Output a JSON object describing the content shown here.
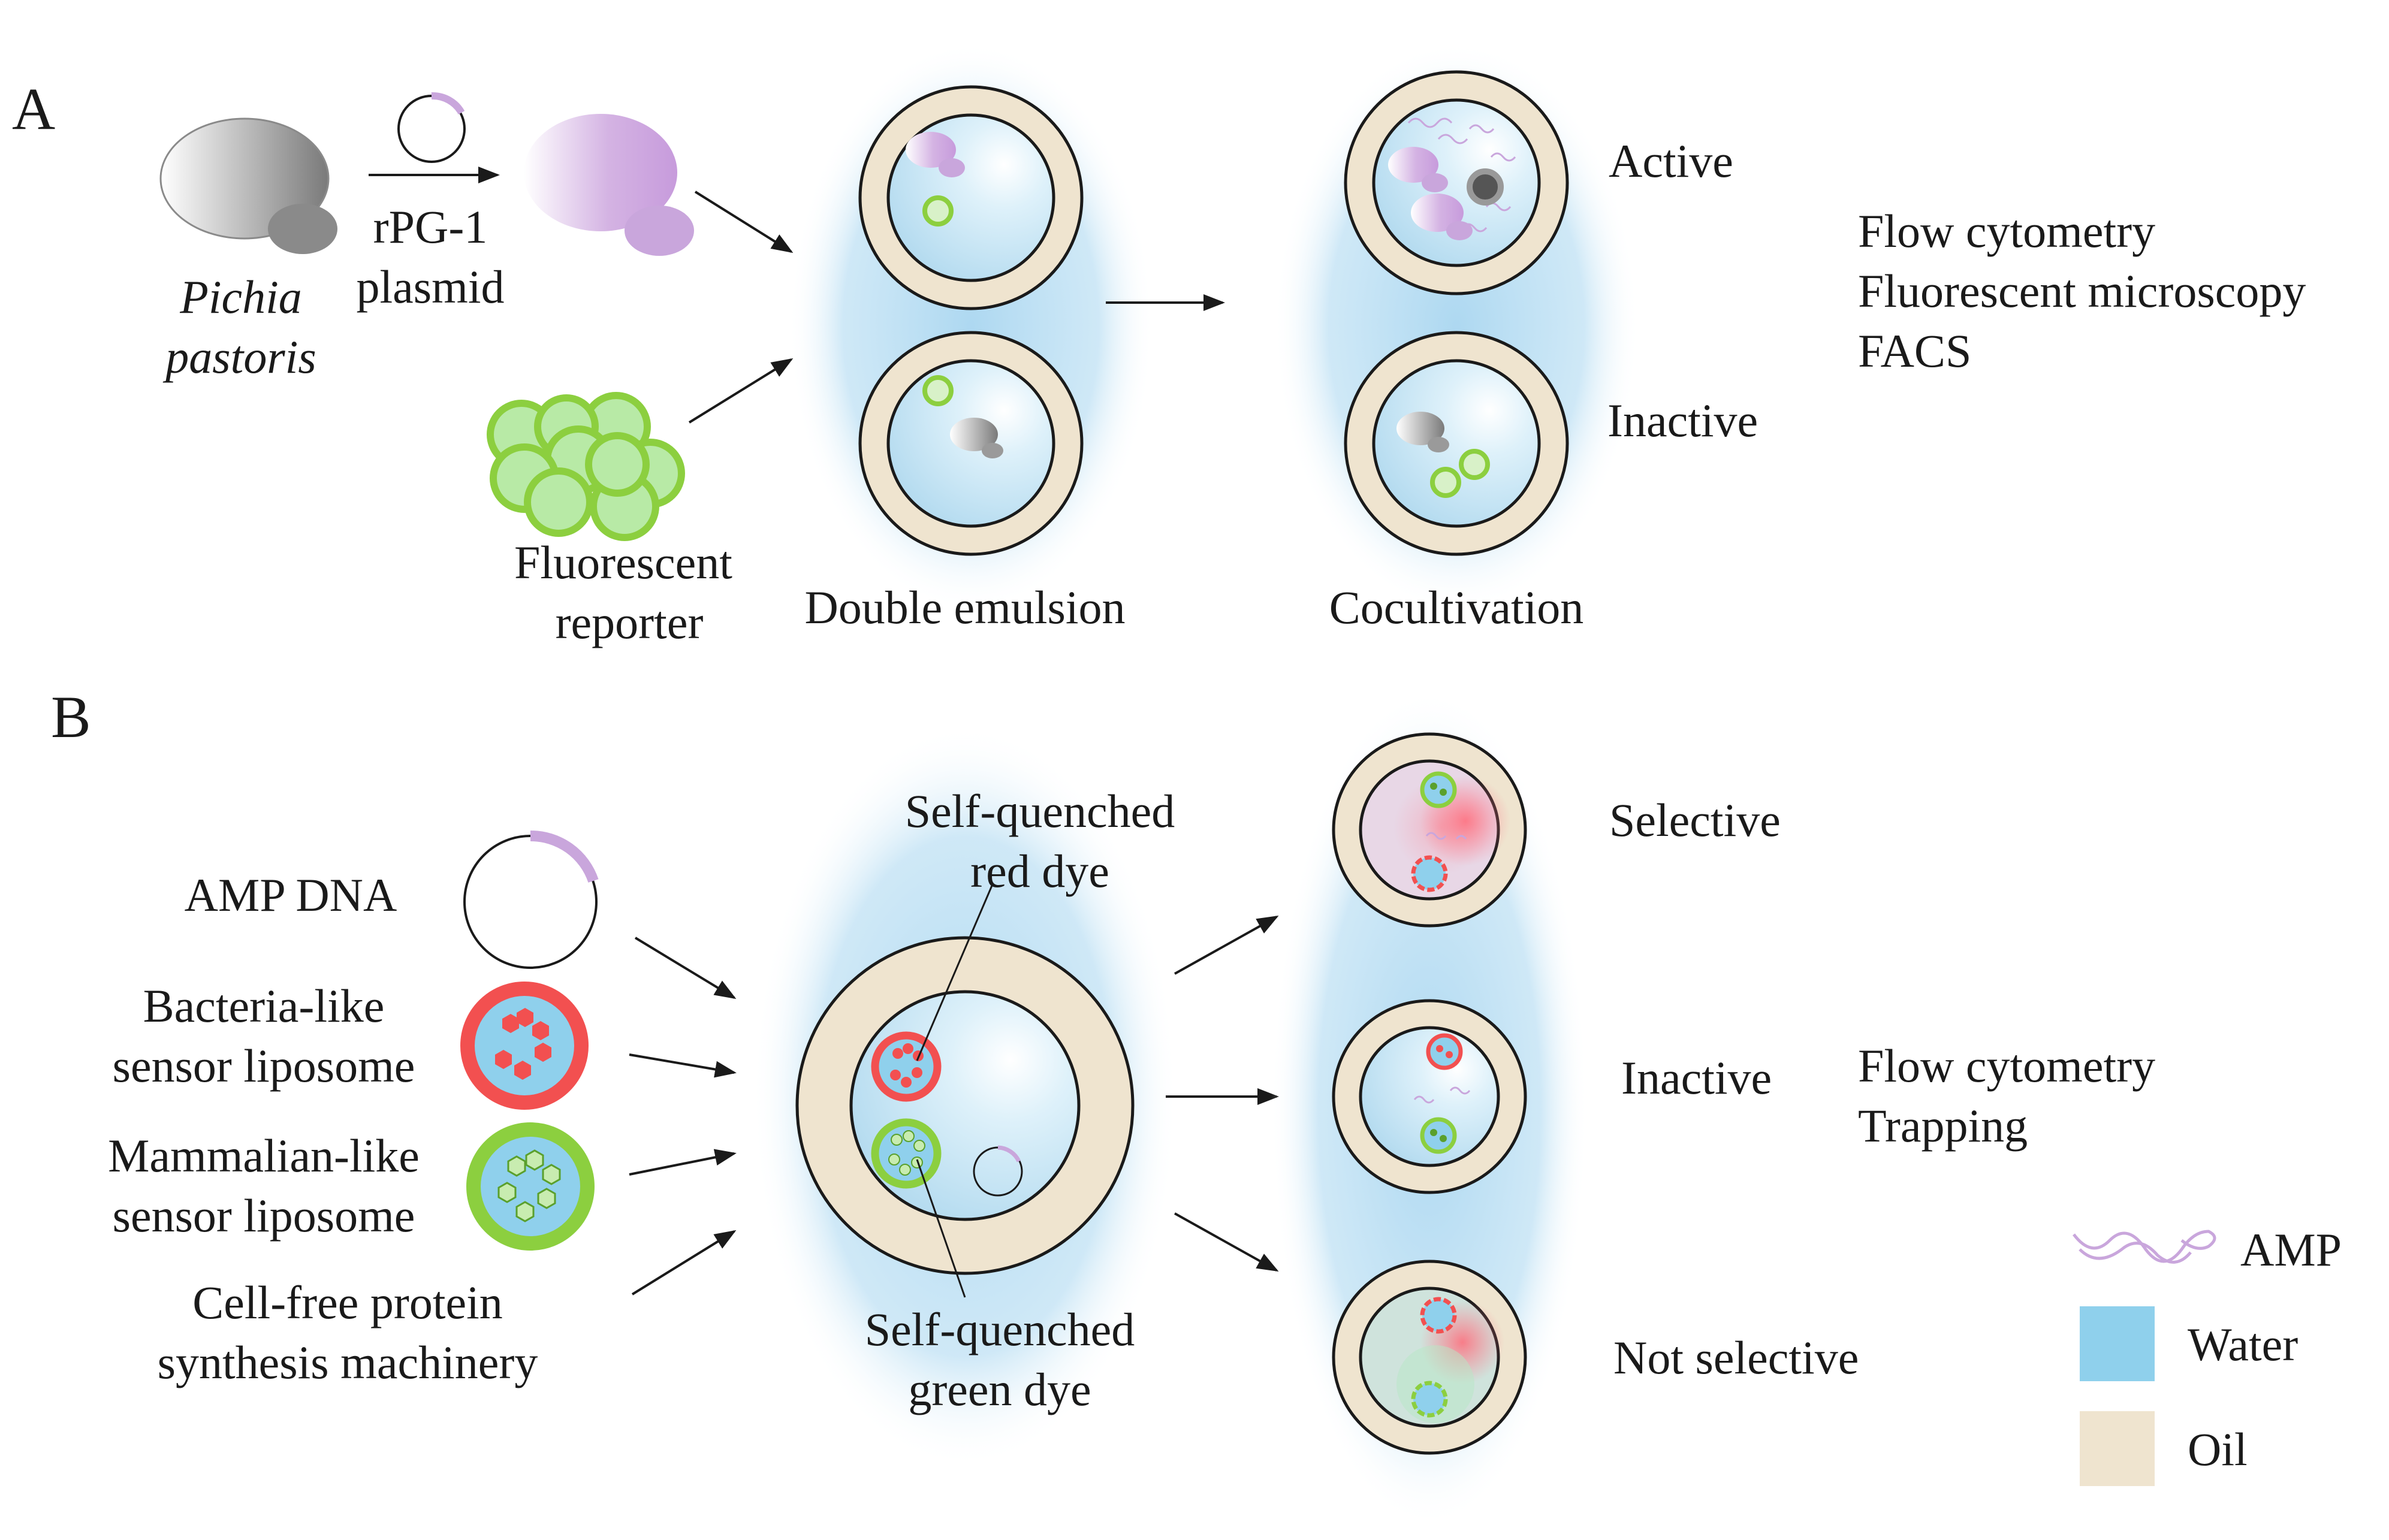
{
  "panel_a": {
    "letter": "A",
    "organism": [
      "Pichia",
      "pastoris"
    ],
    "plasmid": [
      "rPG-1",
      "plasmid"
    ],
    "reporter": [
      "Fluorescent",
      "reporter"
    ],
    "double_emulsion": "Double emulsion",
    "cocultivation": "Cocultivation",
    "active": "Active",
    "inactive": "Inactive",
    "methods": [
      "Flow cytometry",
      "Fluorescent microscopy",
      "FACS"
    ]
  },
  "panel_b": {
    "letter": "B",
    "amp_dna": "AMP DNA",
    "bacteria_liposome": [
      "Bacteria-like",
      "sensor liposome"
    ],
    "mammalian_liposome": [
      "Mammalian-like",
      "sensor liposome"
    ],
    "cell_free": [
      "Cell-free protein",
      "synthesis machinery"
    ],
    "red_dye": [
      "Self-quenched",
      "red dye"
    ],
    "green_dye": [
      "Self-quenched",
      "green dye"
    ],
    "selective": "Selective",
    "inactive": "Inactive",
    "not_selective": "Not selective",
    "methods": [
      "Flow cytometry",
      "Trapping"
    ]
  },
  "legend": {
    "amp": "AMP",
    "water": "Water",
    "oil": "Oil"
  },
  "colors": {
    "water": "#8fd0ec",
    "oil": "#efe4cf",
    "amp": "#c9a6dc",
    "green": "#8ccf3f",
    "red": "#f25050",
    "halo": "#a9d6f0"
  }
}
